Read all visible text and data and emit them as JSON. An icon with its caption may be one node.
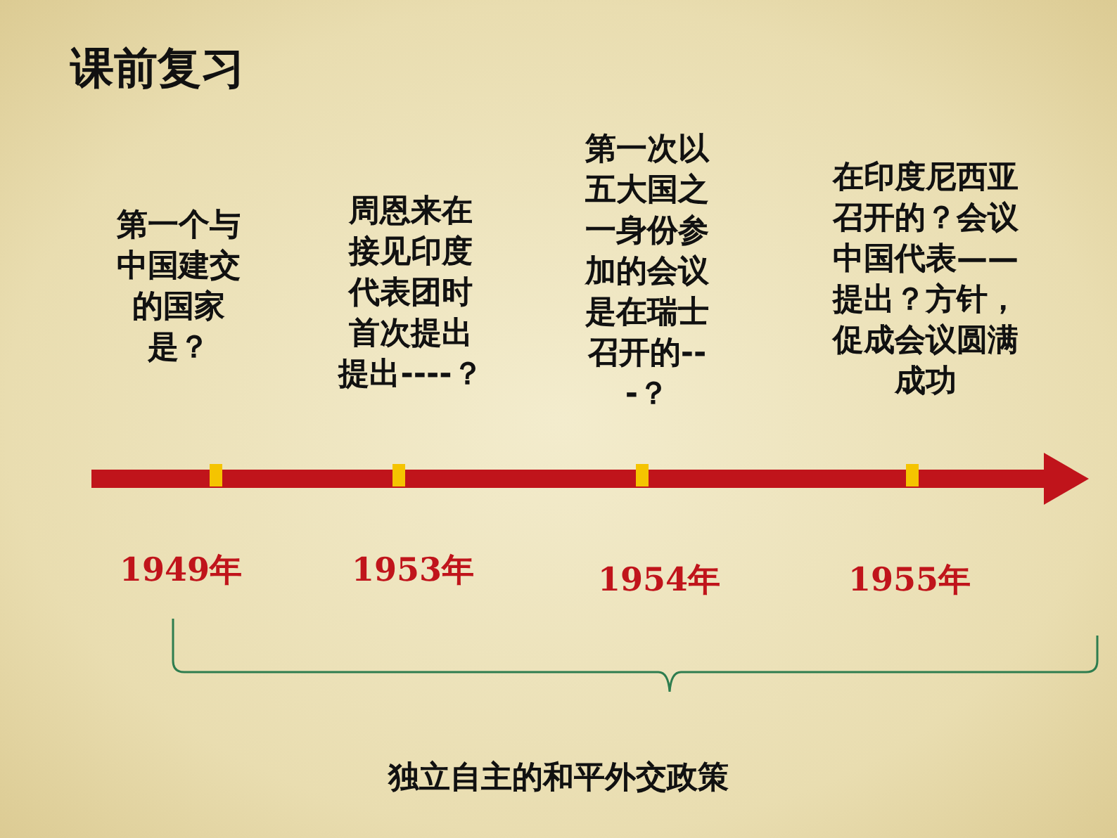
{
  "diagram": {
    "title": "课前复习",
    "labels": [
      "第一个与中国建交的国家是？",
      "周恩来在接见印度代表团时首次提出提出----？",
      "第一次以五大国之一身份参加的会议是在瑞士召开的---？",
      "在印度尼西亚召开的？会议中国代表——提出？方针，促成会议圆满成功",
      "1949年",
      "1953年",
      "1954年",
      "1955年",
      "独立自主的和平外交政策"
    ]
  }
}
